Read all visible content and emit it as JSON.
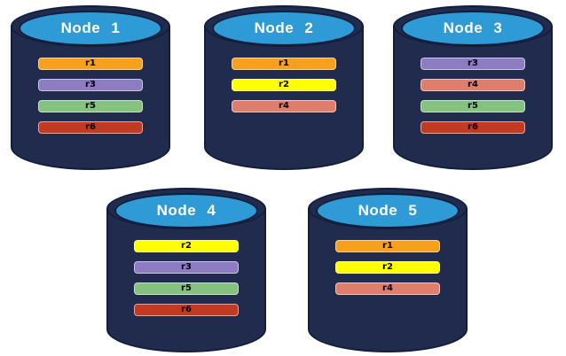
{
  "diagram": {
    "description": "Replica distribution across database nodes",
    "background": "#FFFFFF",
    "cylinder": {
      "body_color": "#202B4E",
      "top_color": "#2E9AD6",
      "outline_color": "#111E3C",
      "title_color": "#FFFFFF",
      "bar_text_color": "#000000"
    },
    "replica_colors": {
      "r1": "#F7A01E",
      "r2": "#FFFF00",
      "r3": "#8E7CC3",
      "r4": "#E07E6D",
      "r5": "#85C27F",
      "r6": "#C23A22"
    },
    "nodes": [
      {
        "label": "Node 1",
        "replicas": [
          {
            "label": "r1",
            "color": "#F7A01E"
          },
          {
            "label": "r3",
            "color": "#8E7CC3"
          },
          {
            "label": "r5",
            "color": "#85C27F"
          },
          {
            "label": "r6",
            "color": "#C23A22"
          }
        ]
      },
      {
        "label": "Node 2",
        "replicas": [
          {
            "label": "r1",
            "color": "#F7A01E"
          },
          {
            "label": "r2",
            "color": "#FFFF00"
          },
          {
            "label": "r4",
            "color": "#E07E6D"
          }
        ]
      },
      {
        "label": "Node 3",
        "replicas": [
          {
            "label": "r3",
            "color": "#8E7CC3"
          },
          {
            "label": "r4",
            "color": "#E07E6D"
          },
          {
            "label": "r5",
            "color": "#85C27F"
          },
          {
            "label": "r6",
            "color": "#C23A22"
          }
        ]
      },
      {
        "label": "Node 4",
        "replicas": [
          {
            "label": "r2",
            "color": "#FFFF00"
          },
          {
            "label": "r3",
            "color": "#8E7CC3"
          },
          {
            "label": "r5",
            "color": "#85C27F"
          },
          {
            "label": "r6",
            "color": "#C23A22"
          }
        ]
      },
      {
        "label": "Node 5",
        "replicas": [
          {
            "label": "r1",
            "color": "#F7A01E"
          },
          {
            "label": "r2",
            "color": "#FFFF00"
          },
          {
            "label": "r4",
            "color": "#E07E6D"
          }
        ]
      }
    ]
  }
}
